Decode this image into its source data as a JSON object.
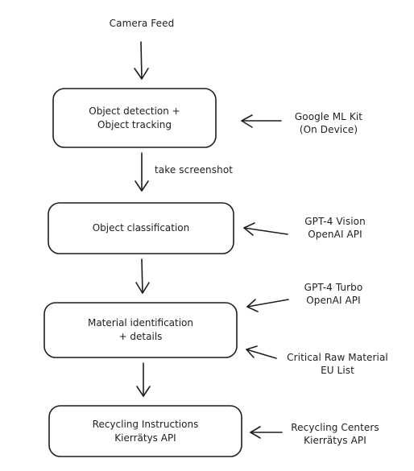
{
  "diagram": {
    "input": {
      "label": "Camera Feed"
    },
    "steps": [
      {
        "lines": [
          "Object detection +",
          "Object tracking"
        ]
      },
      {
        "lines": [
          "Object classification"
        ]
      },
      {
        "lines": [
          "Material identification",
          "+ details"
        ]
      },
      {
        "lines": [
          "Recycling Instructions",
          "Kierrätys API"
        ]
      }
    ],
    "edge_labels": {
      "step1_to_step2": "take screenshot"
    },
    "sources": [
      {
        "lines": [
          "Google ML Kit",
          "(On Device)"
        ]
      },
      {
        "lines": [
          "GPT-4 Vision",
          "OpenAI API"
        ]
      },
      {
        "lines": [
          "GPT-4 Turbo",
          "OpenAI API"
        ]
      },
      {
        "lines": [
          "Critical Raw Material",
          "EU List"
        ]
      },
      {
        "lines": [
          "Recycling Centers",
          "Kierrätys API"
        ]
      }
    ],
    "colors": {
      "stroke": "#1e1e1e",
      "background": "#ffffff"
    }
  }
}
